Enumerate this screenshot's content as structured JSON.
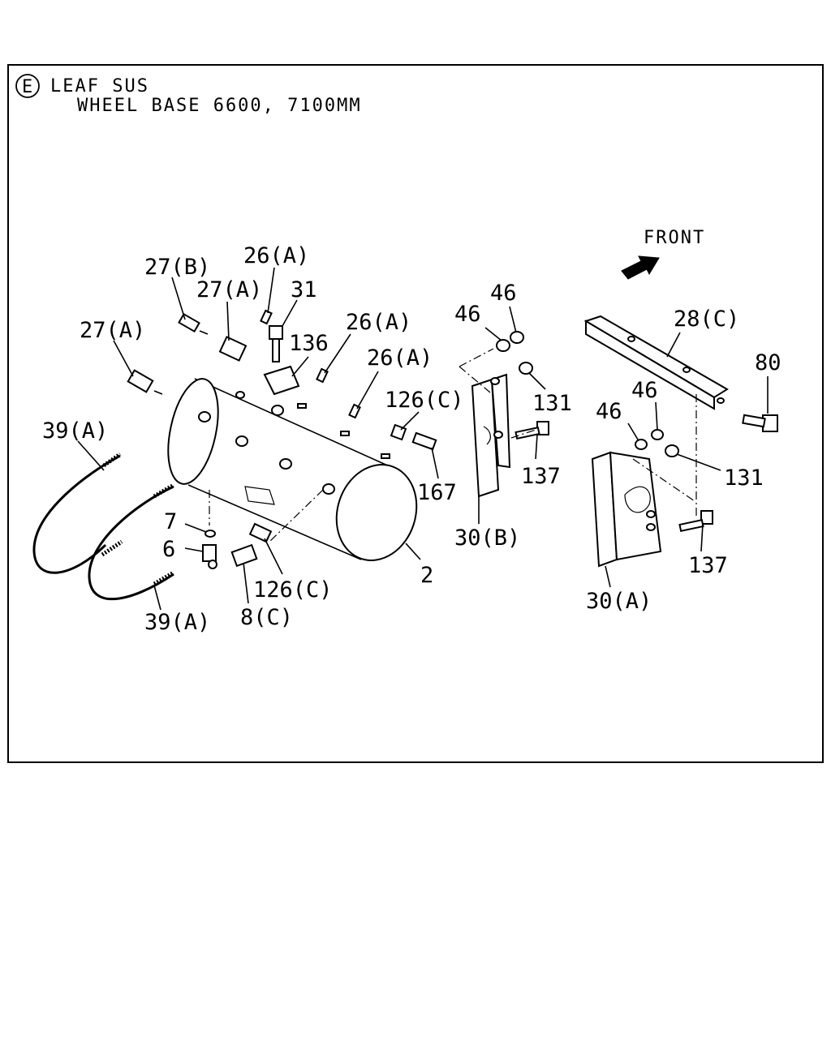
{
  "header": {
    "marker": "E",
    "line1": "LEAF SUS",
    "line2": "WHEEL BASE 6600, 7100MM"
  },
  "direction": {
    "label": "FRONT",
    "icon": "arrow-icon"
  },
  "callouts": [
    {
      "id": "27b",
      "text": "27(B)"
    },
    {
      "id": "26a_1",
      "text": "26(A)"
    },
    {
      "id": "27a_1",
      "text": "27(A)"
    },
    {
      "id": "31",
      "text": "31"
    },
    {
      "id": "27a_2",
      "text": "27(A)"
    },
    {
      "id": "136",
      "text": "136"
    },
    {
      "id": "26a_2",
      "text": "26(A)"
    },
    {
      "id": "26a_3",
      "text": "26(A)"
    },
    {
      "id": "126c_1",
      "text": "126(C)"
    },
    {
      "id": "39a_1",
      "text": "39(A)"
    },
    {
      "id": "7",
      "text": "7"
    },
    {
      "id": "6",
      "text": "6"
    },
    {
      "id": "126c_2",
      "text": "126(C)"
    },
    {
      "id": "8c",
      "text": "8(C)"
    },
    {
      "id": "39a_2",
      "text": "39(A)"
    },
    {
      "id": "2",
      "text": "2"
    },
    {
      "id": "167",
      "text": "167"
    },
    {
      "id": "46_1",
      "text": "46"
    },
    {
      "id": "46_2",
      "text": "46"
    },
    {
      "id": "131_1",
      "text": "131"
    },
    {
      "id": "137_1",
      "text": "137"
    },
    {
      "id": "30b",
      "text": "30(B)"
    },
    {
      "id": "28c",
      "text": "28(C)"
    },
    {
      "id": "80",
      "text": "80"
    },
    {
      "id": "46_3",
      "text": "46"
    },
    {
      "id": "46_4",
      "text": "46"
    },
    {
      "id": "131_2",
      "text": "131"
    },
    {
      "id": "137_2",
      "text": "137"
    },
    {
      "id": "30a",
      "text": "30(A)"
    }
  ]
}
